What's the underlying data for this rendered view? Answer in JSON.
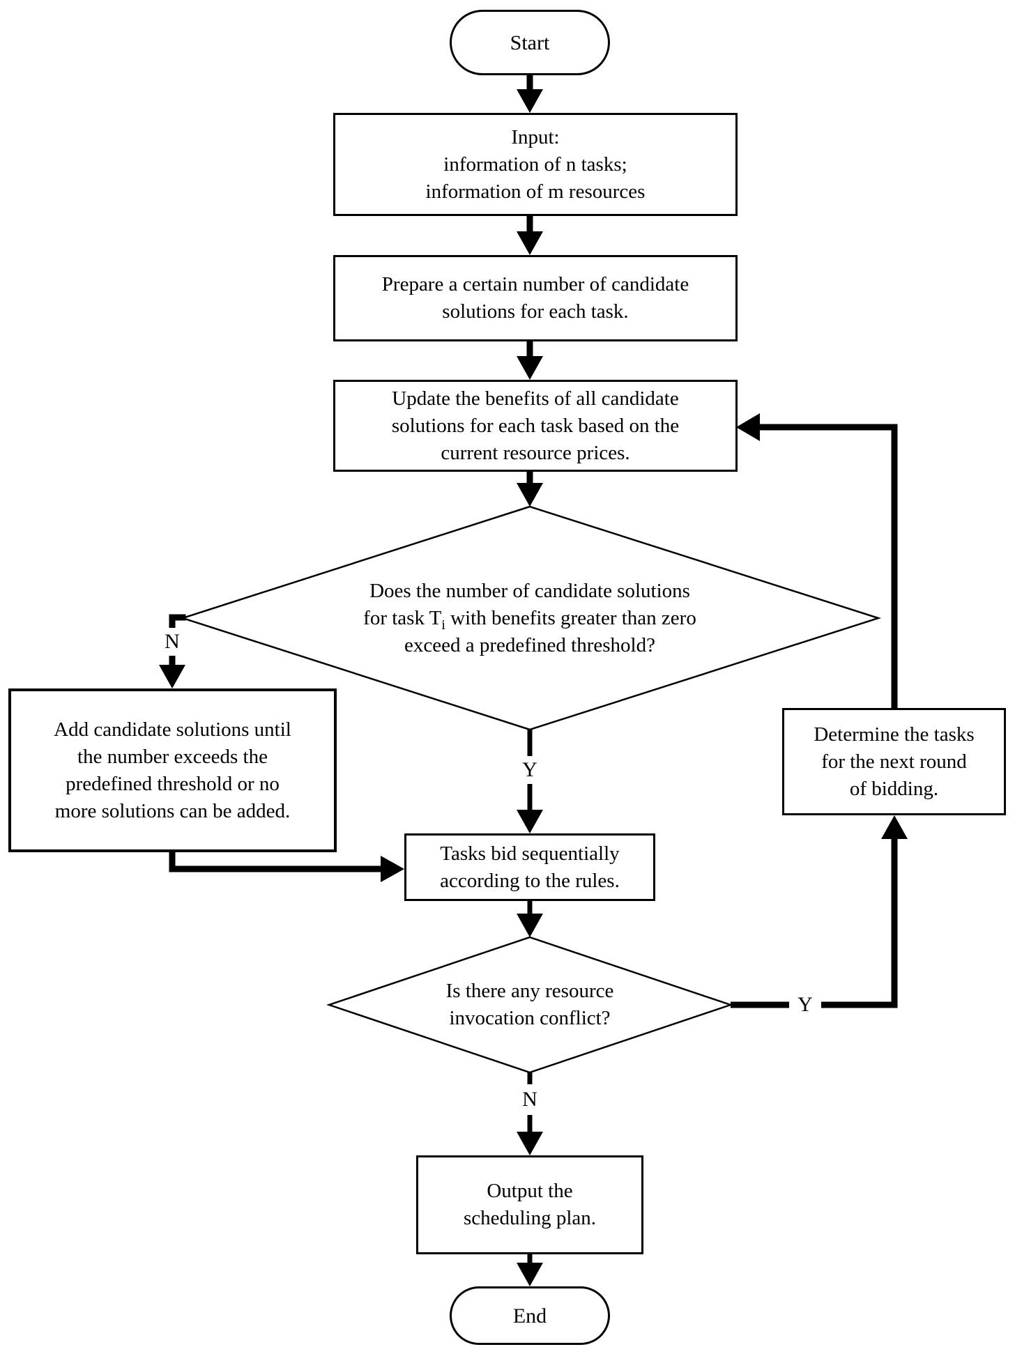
{
  "figure": {
    "colors": {
      "line": "#000000",
      "background": "#ffffff",
      "text": "#000000"
    }
  },
  "nodes": {
    "start": {
      "label": "Start"
    },
    "input": {
      "label": "Input:\ninformation of n tasks;\ninformation of m resources"
    },
    "prepare": {
      "label": "Prepare a certain number of candidate\nsolutions for each task."
    },
    "update": {
      "label": "Update the benefits of all candidate\nsolutions for each task based on the\ncurrent resource prices."
    },
    "threshold_decision": {
      "label": "Does the number of candidate solutions\nfor task T_{i} with benefits greater than zero\nexceed a predefined threshold?"
    },
    "add_solutions": {
      "label": "Add candidate solutions until\nthe number exceeds the\npredefined threshold or no\nmore solutions can be added."
    },
    "tasks_bid": {
      "label": "Tasks bid sequentially\naccording to the rules."
    },
    "conflict_decision": {
      "label": "Is there any resource\ninvocation conflict?"
    },
    "determine_tasks": {
      "label": "Determine the tasks\nfor the next round\nof bidding."
    },
    "output_plan": {
      "label": "Output the\nscheduling plan."
    },
    "end": {
      "label": "End"
    }
  },
  "edge_labels": {
    "threshold_no": "N",
    "threshold_yes": "Y",
    "conflict_yes": "Y",
    "conflict_no": "N"
  }
}
